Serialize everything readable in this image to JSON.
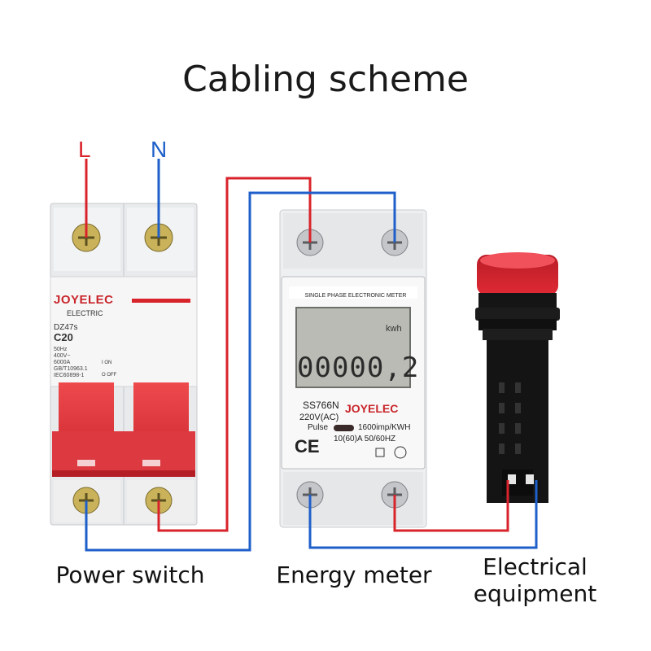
{
  "title": "Cabling scheme",
  "lines": {
    "live": "L",
    "neutral": "N"
  },
  "colors": {
    "live_wire": "#d9232b",
    "neutral_wire": "#1e5fc9",
    "brand": "#c9262b",
    "indicator": "#d11f2c"
  },
  "breaker": {
    "brand": "JOYELEC",
    "maker": "ELECTRIC",
    "model": "DZ47s",
    "rating": "C20",
    "specs": [
      "50Hz",
      "400V~",
      "6000A",
      "GB/T10963.1",
      "IEC60898-1"
    ],
    "on_label": "I ON",
    "off_label": "O OFF"
  },
  "meter": {
    "header": "SINGLE PHASE ELECTRONIC METER",
    "unit": "kwh",
    "reading": "00000,2",
    "model": "SS766N",
    "brand": "JOYELEC",
    "voltage": "220V(AC)",
    "pulse_label": "Pulse",
    "impulse": "1600imp/KWH",
    "current": "10(60)A 50/60HZ",
    "ce": "CE"
  },
  "captions": {
    "power_switch": "Power switch",
    "energy_meter": "Energy meter",
    "equipment_line1": "Electrical",
    "equipment_line2": "equipment"
  }
}
